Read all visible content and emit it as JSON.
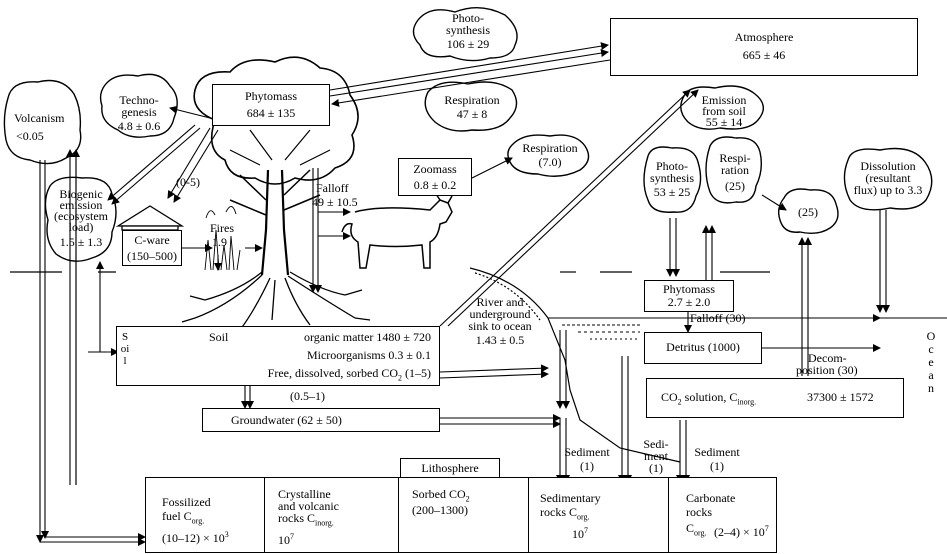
{
  "colors": {
    "ink": "#000000",
    "paper": "#ffffff"
  },
  "icons": [
    "tree-icon",
    "cow-icon",
    "house-icon",
    "fire-icon",
    "cloud-icon",
    "roots-icon"
  ],
  "atmosphere": {
    "title": "Atmosphere",
    "value": "665 ± 46"
  },
  "photosynthesis_top": {
    "line1": "Photo-",
    "line2": "synthesis",
    "value": "106 ± 29"
  },
  "respiration_top": {
    "title": "Respiration",
    "value": "47 ± 8"
  },
  "phytomass": {
    "title": "Phytomass",
    "value": "684 ± 135"
  },
  "volcanism": {
    "title": "Volcanism",
    "value": "<0.05"
  },
  "technogenesis": {
    "line1": "Techno-",
    "line2": "genesis",
    "value": "4.8 ± 0.6"
  },
  "emission_soil": {
    "line1": "Emission",
    "line2": "from soil",
    "value": "55 ± 14"
  },
  "zoomass": {
    "title": "Zoomass",
    "value": "0.8 ± 0.2"
  },
  "respiration_zoo": {
    "title": "Respiration",
    "value": "(7.0)"
  },
  "falloff_land": {
    "title": "Falloff",
    "value": "49 ± 10.5"
  },
  "fire_flux": "(0-5)",
  "fires": {
    "title": "Fires",
    "value": "1.9"
  },
  "biogenic": {
    "line1": "Biogenic",
    "line2": "emission",
    "line3": "(ecosystem",
    "line4": "load)",
    "value": "1.5 ± 1.3"
  },
  "cware": {
    "title": "C-ware",
    "value": "(150–500)"
  },
  "photosynthesis_ocean": {
    "line1": "Photo-",
    "line2": "synthesis",
    "value": "53 ± 25"
  },
  "respiration_ocean": {
    "line1": "Respi-",
    "line2": "ration",
    "value": "(25)"
  },
  "ocean_flux_25": "(25)",
  "dissolution": {
    "line1": "Dissolution",
    "line2": "(resultant",
    "line3": "flux) up to 3.3"
  },
  "phytomass_ocean": {
    "title": "Phytomass",
    "value": "2.7 ± 2.0"
  },
  "falloff_ocean": "Falloff (30)",
  "detritus": "Detritus  (1000)",
  "decomposition": {
    "line1": "Decom-",
    "line2": "position (30)"
  },
  "co2_solution": {
    "label": "CO",
    "sub": "2",
    "label2": " solution, C",
    "sub2": "inorg.",
    "value": "37300 ± 1572"
  },
  "ocean_label": "Ocean",
  "river": {
    "line1": "River and",
    "line2": "underground",
    "line3": "sink to ocean",
    "value": "1.43 ± 0.5"
  },
  "soil": {
    "side": "Soil",
    "title": "Soil",
    "organic": "organic matter 1480 ± 720",
    "micro": "Microorganisms 0.3 ± 0.1",
    "co2_a": "Free, dissolved, sorbed CO",
    "co2_sub": "2",
    "co2_b": " (1–5)"
  },
  "soil_groundwater_flux": "(0.5–1)",
  "groundwater": "Groundwater (62 ± 50)",
  "sediments": [
    {
      "title": "Sediment",
      "value": "(1)"
    },
    {
      "title": "Sedi-",
      "line2": "ment",
      "value": "(1)"
    },
    {
      "title": "Sediment",
      "value": "(1)"
    }
  ],
  "lithosphere": {
    "title": "Lithosphere",
    "fossil": {
      "line1": "Fossilized",
      "line2a": "fuel C",
      "line2sub": "org.",
      "value_a": "(10–12) × 10",
      "value_sup": "3"
    },
    "crystalline": {
      "line1": "Crystalline",
      "line2": "and volcanic",
      "line3a": "rocks C",
      "line3sub": "inorg.",
      "value_a": "10",
      "value_sup": "7"
    },
    "sorbed": {
      "line1a": "Sorbed CO",
      "line1sub": "2",
      "value": "(200–1300)"
    },
    "sedimentary": {
      "line1": "Sedimentary",
      "line2a": "rocks C",
      "line2sub": "org.",
      "value_a": "10",
      "value_sup": "7"
    },
    "carbonate": {
      "line1": "Carbonate",
      "line2": "rocks",
      "line3a": "C",
      "line3sub": "org.",
      "value_a": "(2–4) × 10",
      "value_sup": "7"
    }
  }
}
